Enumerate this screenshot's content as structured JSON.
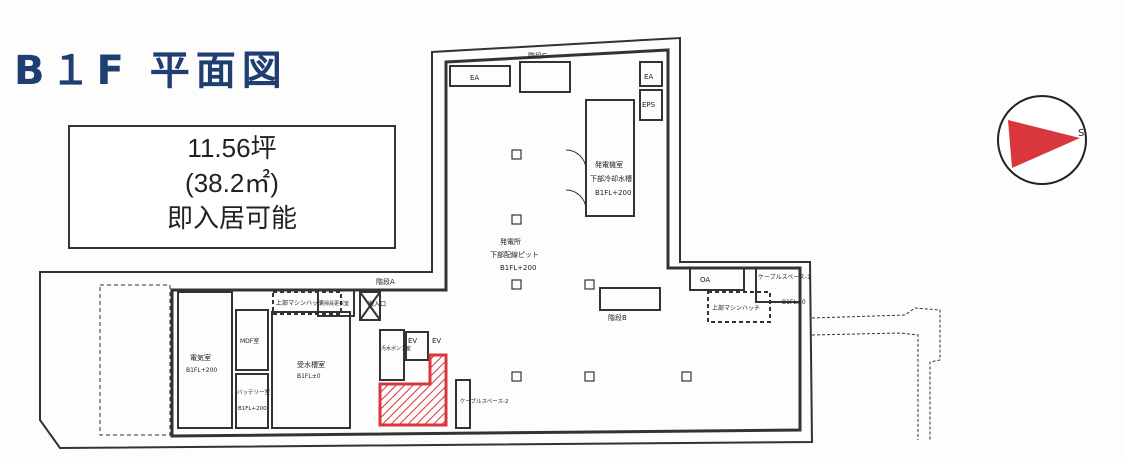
{
  "title": "B１F 平面図",
  "info": {
    "area_tsubo": "11.56坪",
    "area_m2": "(38.2㎡)",
    "status": "即入居可能"
  },
  "highlight_color": "#d9363e",
  "rooms": {
    "stair_c": "階段C",
    "ea1": "EA",
    "ea2": "EA",
    "eps": "EPS",
    "gen_room1": "発電機室",
    "gen_room2": "下部冷却水槽",
    "gen_room3": "B1FL+200",
    "pit1": "発電所",
    "pit2": "下部配線ピット",
    "pit3": "B1FL+200",
    "oa": "OA",
    "cable1": "ケーブルスペース-1",
    "hatch_right": "上部マシンハッチ",
    "stair_b": "階段B",
    "b1fl_right": "B1FL±0",
    "stair_a": "階段A",
    "elec1": "電気室",
    "elec2": "B1FL+200",
    "mdf": "MDF室",
    "battery": "バッテリー室",
    "battery_fl": "B1FL+200",
    "water1": "受水槽室",
    "water2": "B1FL±0",
    "hatch_left": "上部マシンハッチ",
    "cleaner": "清掃員更衣室",
    "loading": "搬入口",
    "sewage": "汚水ポンプ室",
    "ev1": "EV",
    "ev2": "EV",
    "cable2": "ケーブルスペース-2"
  }
}
